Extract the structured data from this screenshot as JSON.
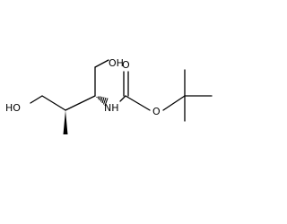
{
  "labels": {
    "oh_top": "OH",
    "oh_left": "HO",
    "nh": "NH",
    "o_ester": "O",
    "o_carbonyl": "O"
  },
  "colors": {
    "bond": "#000000",
    "text": "#000000",
    "background": "#ffffff"
  }
}
